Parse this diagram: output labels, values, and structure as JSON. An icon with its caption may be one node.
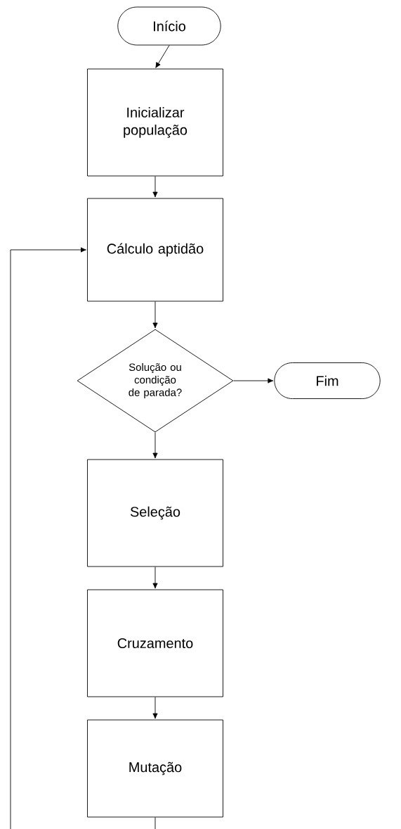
{
  "diagram": {
    "nodes": [
      {
        "text": [
          "Início"
        ]
      },
      {
        "text": [
          "Inicializar população"
        ]
      },
      {
        "text": [
          "Cálculo aptidão"
        ]
      },
      {
        "text": [
          "Solução ou condição de parada?"
        ]
      },
      {
        "text": [
          "Fim"
        ]
      },
      {
        "text": [
          "Seleção"
        ]
      },
      {
        "text": [
          "Cruzamento"
        ]
      },
      {
        "text": [
          "Mutação"
        ]
      }
    ],
    "edges": [
      {
        "from": 0,
        "to": 1,
        "arrow": "to"
      },
      {
        "from": 1,
        "to": 2,
        "arrow": "to"
      },
      {
        "from": 2,
        "to": 3,
        "arrow": "to"
      },
      {
        "from": 3,
        "to": 4,
        "arrow": "to"
      },
      {
        "from": 3,
        "to": 5,
        "arrow": "to"
      },
      {
        "from": 5,
        "to": 6,
        "arrow": "to"
      },
      {
        "from": 6,
        "to": 7,
        "arrow": "to"
      },
      {
        "from": 7,
        "to": 2,
        "arrow": "to"
      }
    ]
  }
}
